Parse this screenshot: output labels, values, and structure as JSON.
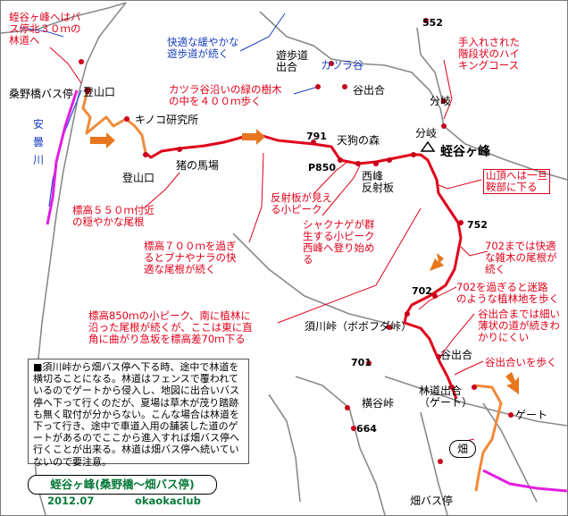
{
  "title": "蛭谷ヶ峰(桑野橋～畑バス停)",
  "date": "2012.07",
  "author": "okaokaclub",
  "summit": "蛭谷ヶ峰",
  "places": {
    "kuwano_bus": "桑野橋バス停",
    "tozan_guchi1": "登山口",
    "kinoko": "キノコ研究所",
    "tozan_guchi2": "登山口",
    "inonobanba": "猪の馬場",
    "tengu": "天狗の森",
    "nishimine": "西峰\n反射板",
    "yuhodo_deguchi": "遊歩道\n出合",
    "katsura_dani": "カツラ谷",
    "tanideai1": "谷出合",
    "bunki1": "分岐",
    "bunki2": "分岐",
    "sugawa_toge": "須川峠（ボボフダ峠）",
    "tanideai2": "谷出合",
    "rindo_deai": "林道出合\n（ゲート）",
    "yokodani": "横谷峠",
    "gate": "ゲート",
    "hata_bus": "畑バス停",
    "hata": "畑",
    "river": "安\n曇\n川"
  },
  "elevations": {
    "e552": "552",
    "e791": "791",
    "p850": "P850",
    "e752": "752",
    "e702": "702",
    "e701": "701",
    "e664": "664"
  },
  "notes": {
    "n1": "蛭谷ヶ峰へはバ\nス停北３０ｍの\n林道へ",
    "n2": "快適な緩やかな\n遊歩道が続く",
    "n3": "カツラ谷沿いの緑の樹木\nの中を４００ｍ歩く",
    "n4": "手入れされた\n階段状のハイ\nキングコース",
    "n5": "山頂へは一旦\n鞍部に下る",
    "n6": "標高５５０ｍ付近\nの穏やかな尾根",
    "n7": "反射板が見え\nる小ピーク",
    "n8": "シャクナゲが群\n生する小ピーク\n西峰へ登り始め\nる",
    "n9": "標高７００ｍを過ぎ\nるとブナやナラの快\n適な尾根が続く",
    "n10": "702までは快適\nな雑木の尾根が\n続く",
    "n11": "702を過ぎると迷路\nのような植林地を歩く",
    "n12": "標高850ｍの小ピーク、南に植林に\n沿った尾根が続くが、ここは東に直\n角に曲がり急坂を標高差70ｍ下る",
    "n13": "谷出合までは細い\n薄状の道が続きわ\nかりにくい",
    "n14": "谷出合いを歩く"
  },
  "description": "■須川峠から畑バス停へ下る時、途中で林道を横切ることになる。林道はフェンスで覆われているのでゲートから侵入し、地図に出合いバス停へ下って行くのだが、夏場は草木が茂り踏跡も無く取付が分からない。こんな場合は林道を下って行き、途中で車道入用の舗装した道のゲートがあるのでここから進入すれば畑バス停へ行くことが出来る。林道は畑バス停へ続いていないので要注意。",
  "colors": {
    "route_red": "#e0001a",
    "route_orange": "#f08a3a",
    "road_magenta": "#e020e0",
    "river_blue": "#2b4fd6",
    "arrow_orange": "#e8761e",
    "title_green": "#0a7a3a"
  }
}
